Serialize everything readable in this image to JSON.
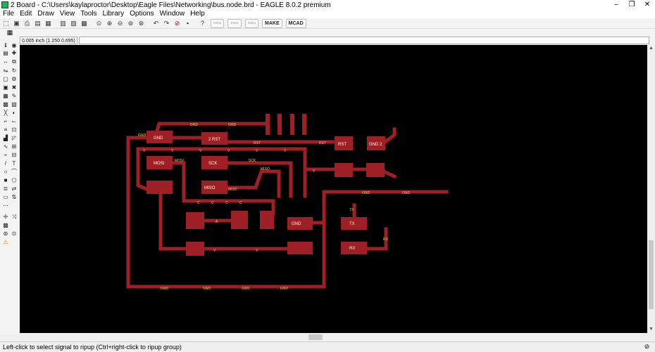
{
  "window": {
    "title": "2 Board - C:\\Users\\kaylaproctor\\Desktop\\Eagle Files\\Networking\\bus.node.brd - EAGLE 8.0.2 premium",
    "controls": [
      "–",
      "❐",
      "✕"
    ]
  },
  "menu": {
    "items": [
      "File",
      "Edit",
      "Draw",
      "View",
      "Tools",
      "Library",
      "Options",
      "Window",
      "Help"
    ]
  },
  "toolbar": {
    "make_label": "MAKE",
    "mcad_label": "MCAD"
  },
  "coord": {
    "value": "0.005 inch (1.250 0.695)"
  },
  "status": {
    "message": "Left-click to select signal to ripup (Ctrl+right-click to ripup group)"
  },
  "colors": {
    "copper": "#9e1f26",
    "label": "#e8c84a",
    "canvas": "#000000"
  },
  "board": {
    "parts": [
      {
        "name": "GND"
      },
      {
        "name": "2 RST"
      },
      {
        "name": "RST"
      },
      {
        "name": "GND 2"
      },
      {
        "name": "MOSI"
      },
      {
        "name": "SCK"
      },
      {
        "name": "MISO"
      },
      {
        "name": "GND"
      },
      {
        "name": "TX"
      },
      {
        "name": "RX"
      }
    ],
    "net_labels": [
      "GND",
      "RST",
      "MOSI",
      "MISO",
      "SCK",
      "V",
      "C",
      "A",
      "RX",
      "TX"
    ]
  }
}
